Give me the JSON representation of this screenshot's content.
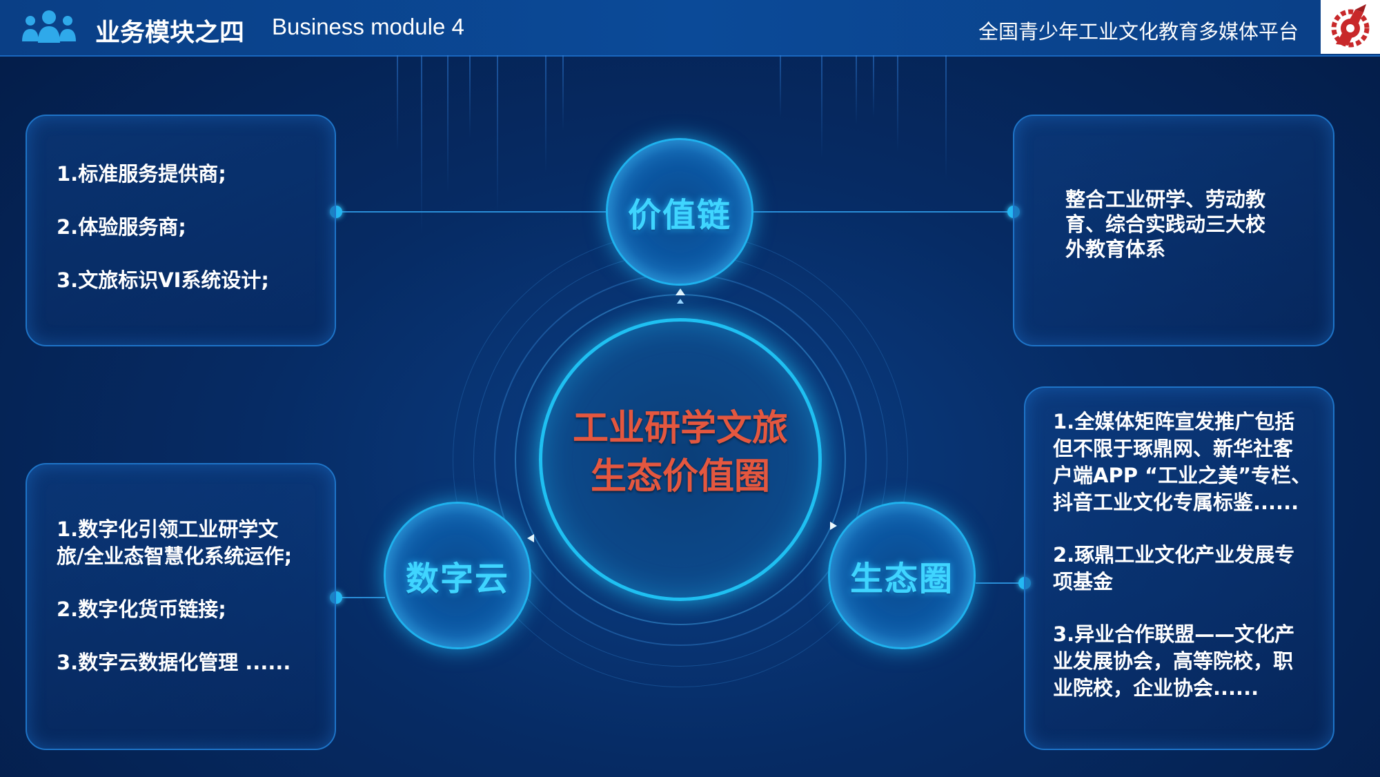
{
  "header": {
    "title_cn": "业务模块之四",
    "title_en": "Business module 4",
    "platform": "全国青少年工业文化教育多媒体平台"
  },
  "center": {
    "line1": "工业研学文旅",
    "line2": "生态价值圈"
  },
  "nodes": {
    "top": "价值链",
    "left": "数字云",
    "right": "生态圈"
  },
  "panels": {
    "top_left": {
      "items": [
        "1.标准服务提供商;",
        "2.体验服务商;",
        "3.文旅标识VI系统设计;"
      ]
    },
    "top_right": {
      "lines": [
        "整合工业研学、劳动教",
        "育、综合实践动三大校",
        "外教育体系"
      ]
    },
    "bottom_left": {
      "item1": [
        "1.数字化引领工业研学文",
        "旅/全业态智慧化系统运作;"
      ],
      "item2": "2.数字化货币链接;",
      "item3": "3.数字云数据化管理 ......"
    },
    "bottom_right": {
      "item1": [
        "1.全媒体矩阵宣发推广包括",
        "但不限于琢鼎网、新华社客",
        "户端APP “工业之美”专栏、",
        "抖音工业文化专属标鉴......"
      ],
      "item2": [
        "2.琢鼎工业文化产业发展专",
        "项基金"
      ],
      "item3": [
        "3.异业合作联盟——文化产",
        "业发展协会，高等院校，职",
        "业院校，企业协会......"
      ]
    }
  },
  "colors": {
    "background": "#062b64",
    "accent": "#1fb2ee",
    "node_text": "#3fd5ff",
    "center_text": "#e4573f"
  },
  "icons": {
    "header": "users-group-icon",
    "logo": "gear-rocket-logo"
  }
}
